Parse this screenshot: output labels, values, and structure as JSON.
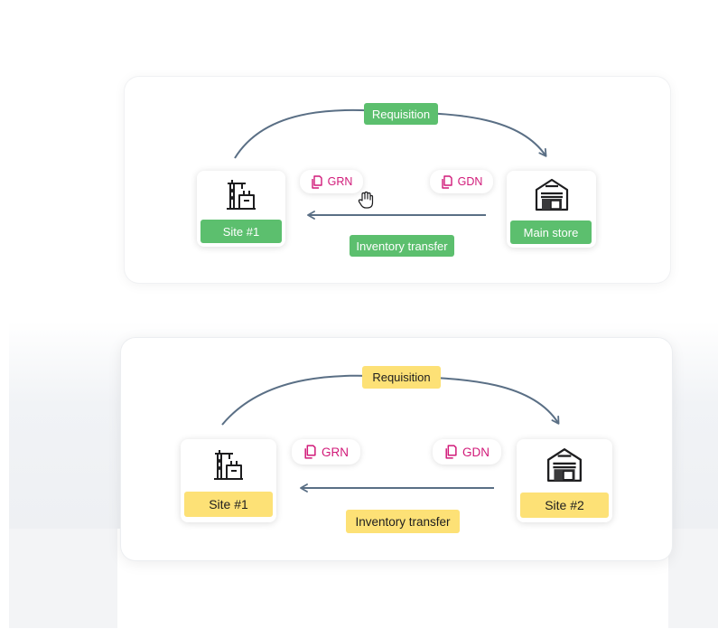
{
  "colors": {
    "green": "#5cbf6e",
    "yellow": "#fde176",
    "accent_pink": "#d11a79",
    "arrow": "#5a6f85"
  },
  "diagram1": {
    "requisition_label": "Requisition",
    "left_node": {
      "label": "Site #1",
      "icon": "crane-construction-icon"
    },
    "right_node": {
      "label": "Main store",
      "icon": "warehouse-icon"
    },
    "grn_label": "GRN",
    "gdn_label": "GDN",
    "transfer_label": "Inventory transfer",
    "cursor": "hand-pointer-icon"
  },
  "diagram2": {
    "requisition_label": "Requisition",
    "left_node": {
      "label": "Site #1",
      "icon": "crane-construction-icon"
    },
    "right_node": {
      "label": "Site #2",
      "icon": "warehouse-icon"
    },
    "grn_label": "GRN",
    "gdn_label": "GDN",
    "transfer_label": "Inventory transfer"
  }
}
